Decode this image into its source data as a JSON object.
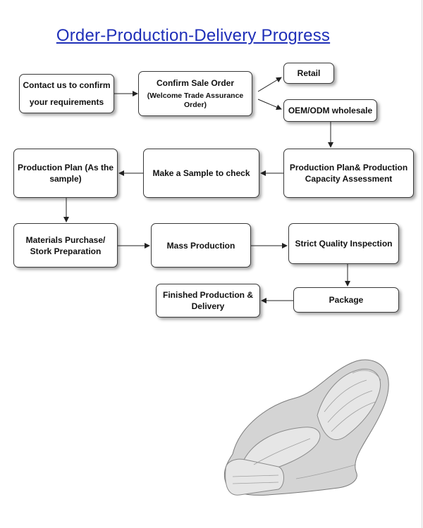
{
  "title": "Order-Production-Delivery Progress",
  "nodes": {
    "contact": {
      "line1": "Contact us to confirm",
      "line2": "your requirements"
    },
    "confirm": {
      "line1": "Confirm Sale Order",
      "line2": "(Welcome Trade Assurance Order)"
    },
    "retail": "Retail",
    "oem": "OEM/ODM wholesale",
    "capacity": "Production Plan& Production Capacity Assessment",
    "sample": "Make a Sample to check",
    "plan": "Production Plan (As the sample)",
    "materials": "Materials Purchase/ Stork Preparation",
    "mass": "Mass Production",
    "inspection": "Strict Quality Inspection",
    "package": "Package",
    "finished": "Finished Production & Delivery"
  },
  "colors": {
    "title": "#1f2fb8",
    "border": "#3a3a3a",
    "chair": "#c9c9c9"
  },
  "image": {
    "icon": "massage-chair-illustration"
  }
}
